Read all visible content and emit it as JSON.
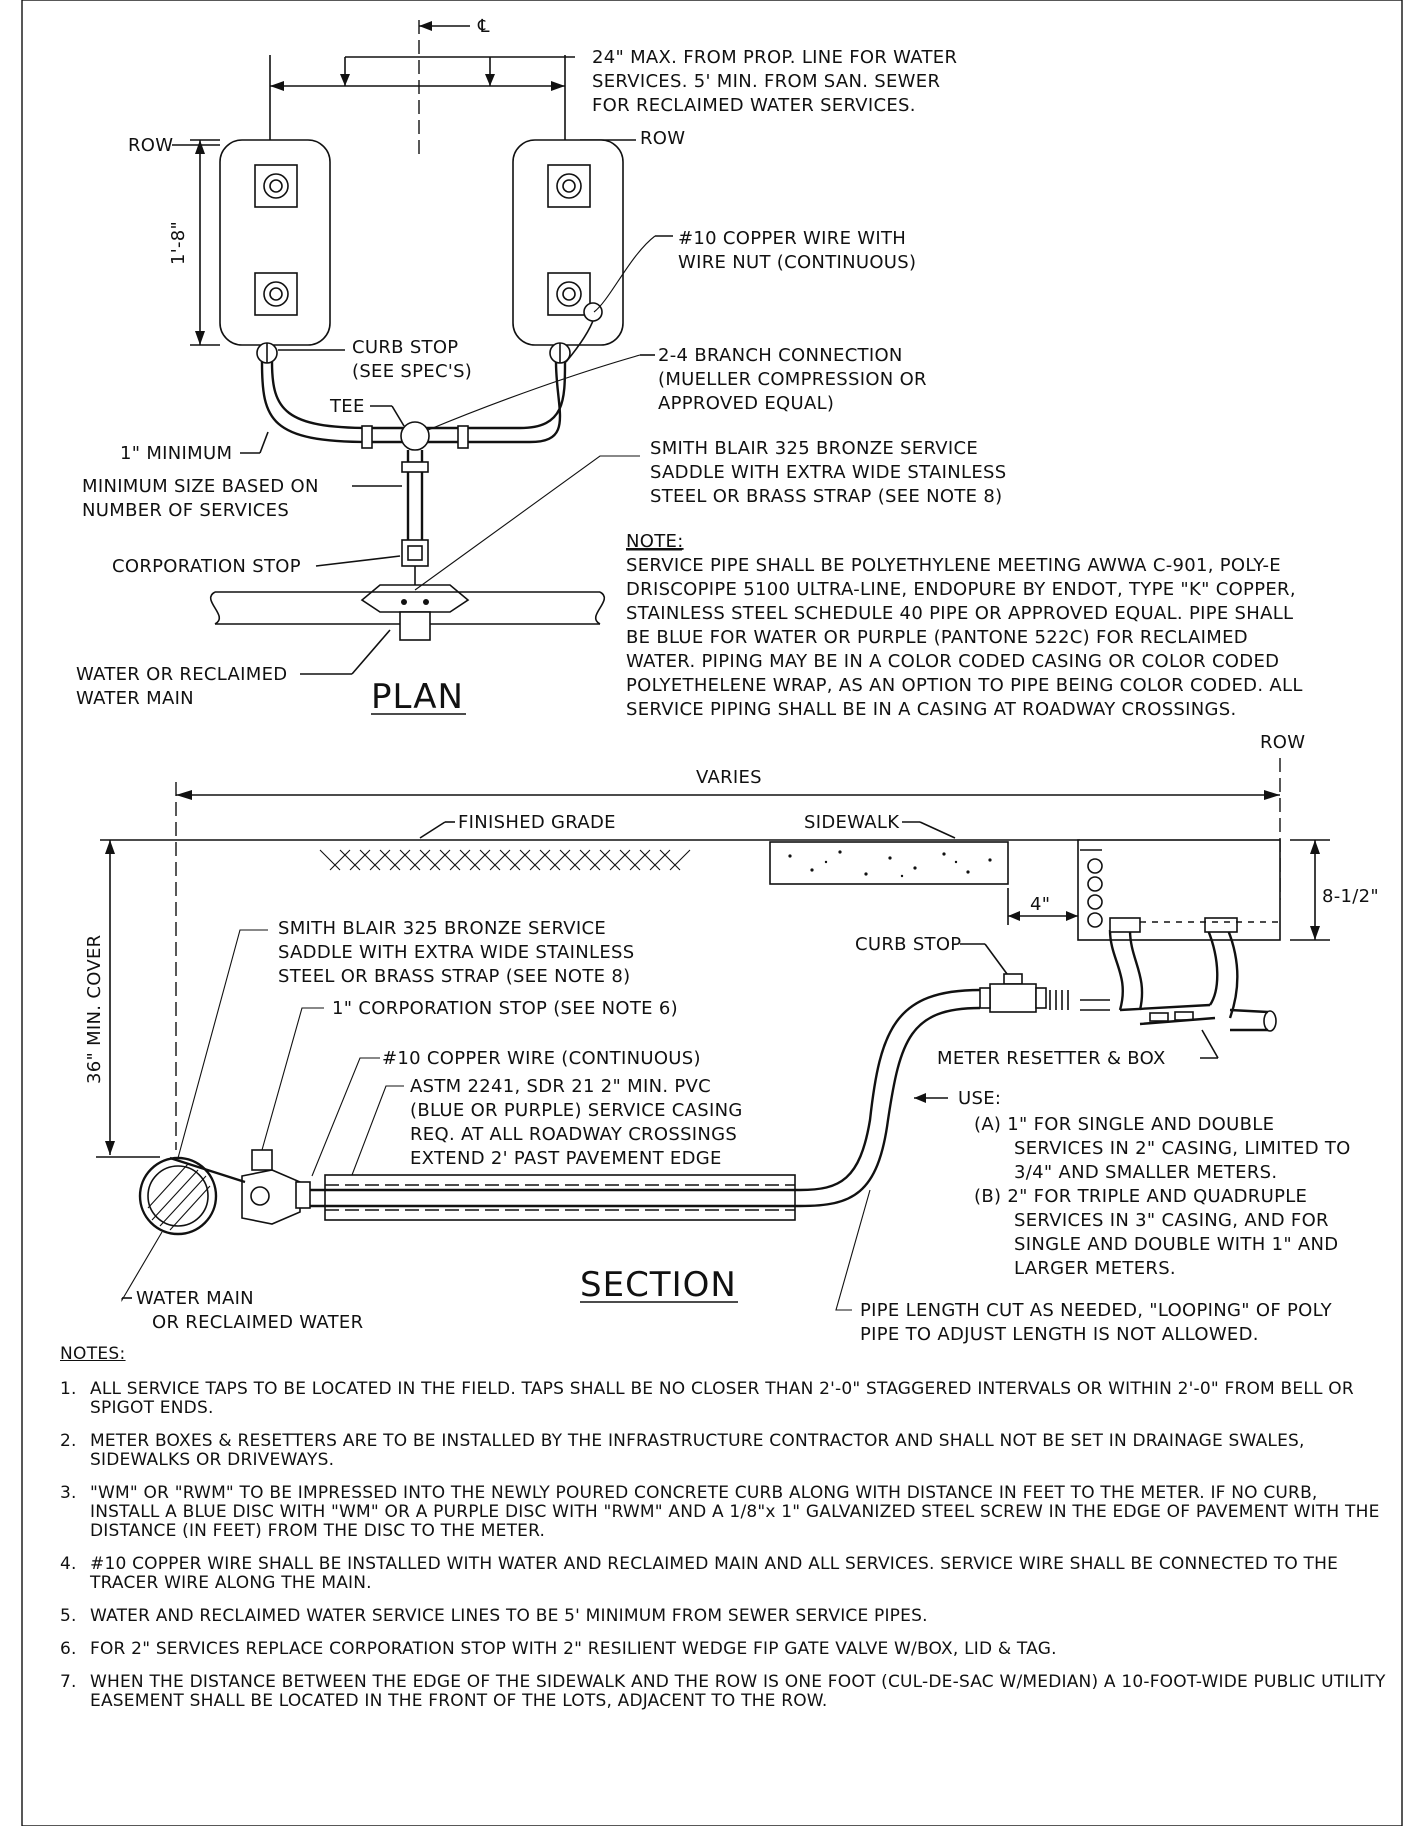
{
  "plan": {
    "property_line": "℄",
    "offset_note": [
      "24\" MAX. FROM PROP. LINE FOR WATER",
      "SERVICES. 5' MIN. FROM SAN. SEWER",
      "FOR RECLAIMED WATER SERVICES."
    ],
    "row_left": "ROW",
    "row_right": "ROW",
    "dim_height": "1'-8\"",
    "copper_wire": [
      "#10 COPPER WIRE WITH",
      "WIRE NUT (CONTINUOUS)"
    ],
    "curb_stop": [
      "CURB STOP",
      "(SEE SPEC'S)"
    ],
    "branch": [
      "2-4 BRANCH CONNECTION",
      "(MUELLER COMPRESSION OR",
      "APPROVED EQUAL)"
    ],
    "tee": "TEE",
    "one_inch_min": "1\" MINIMUM",
    "min_size": [
      "MINIMUM SIZE BASED ON",
      "NUMBER OF SERVICES"
    ],
    "saddle": [
      "SMITH BLAIR 325 BRONZE SERVICE",
      "SADDLE WITH EXTRA WIDE STAINLESS",
      "STEEL OR BRASS STRAP (SEE NOTE 8)"
    ],
    "corp_stop": "CORPORATION STOP",
    "main": [
      "WATER OR RECLAIMED",
      "WATER MAIN"
    ],
    "title": "PLAN",
    "note_head": "NOTE:",
    "note_lines": [
      "SERVICE PIPE SHALL BE POLYETHYLENE MEETING AWWA C-901, POLY-E",
      "DRISCOPIPE 5100 ULTRA-LINE, ENDOPURE BY ENDOT, TYPE \"K\" COPPER,",
      "STAINLESS STEEL SCHEDULE 40 PIPE OR APPROVED EQUAL. PIPE SHALL",
      "BE BLUE FOR WATER OR PURPLE (PANTONE 522C) FOR RECLAIMED",
      "WATER.  PIPING MAY BE IN A COLOR CODED CASING OR COLOR CODED",
      "POLYETHELENE WRAP, AS AN OPTION TO PIPE BEING COLOR CODED. ALL",
      "SERVICE PIPING SHALL BE IN A CASING AT ROADWAY CROSSINGS."
    ]
  },
  "section": {
    "row": "ROW",
    "varies": "VARIES",
    "finished_grade": "FINISHED GRADE",
    "sidewalk": "SIDEWALK",
    "dim_depth": "8-1/2\"",
    "dim_offset": "4\"",
    "cover": "36\" MIN. COVER",
    "saddle": [
      "SMITH BLAIR 325 BRONZE SERVICE",
      "SADDLE WITH EXTRA WIDE STAINLESS",
      "STEEL OR BRASS STRAP (SEE NOTE 8)"
    ],
    "curb_stop": "CURB STOP",
    "corp_stop": "1\" CORPORATION STOP (SEE NOTE 6)",
    "copper_wire": "#10 COPPER WIRE (CONTINUOUS)",
    "casing": [
      "ASTM 2241, SDR 21 2\" MIN. PVC",
      "(BLUE OR PURPLE) SERVICE CASING",
      "REQ. AT ALL ROADWAY CROSSINGS",
      "EXTEND 2' PAST PAVEMENT EDGE"
    ],
    "meter": "METER RESETTER & BOX",
    "use_head": "USE:",
    "use_lines": [
      "(A) 1\" FOR SINGLE AND DOUBLE",
      "SERVICES IN 2\" CASING, LIMITED TO",
      "3/4\" AND SMALLER METERS.",
      "(B) 2\" FOR TRIPLE AND QUADRUPLE",
      "SERVICES IN 3\" CASING, AND FOR",
      "SINGLE AND DOUBLE WITH 1\" AND",
      "LARGER METERS."
    ],
    "main": [
      "WATER MAIN",
      "OR RECLAIMED WATER"
    ],
    "title": "SECTION",
    "pipe_length": [
      "PIPE LENGTH CUT AS NEEDED, \"LOOPING\" OF POLY",
      "PIPE TO ADJUST LENGTH IS NOT ALLOWED."
    ]
  },
  "notes": {
    "heading": "NOTES:",
    "items": [
      {
        "num": "1.",
        "text": "ALL SERVICE TAPS TO BE LOCATED IN THE FIELD. TAPS SHALL BE NO CLOSER THAN 2'-0\" STAGGERED INTERVALS OR WITHIN 2'-0\" FROM BELL OR SPIGOT ENDS."
      },
      {
        "num": "2.",
        "text": "METER BOXES & RESETTERS ARE TO BE INSTALLED BY THE INFRASTRUCTURE CONTRACTOR AND SHALL NOT BE SET IN DRAINAGE SWALES, SIDEWALKS OR DRIVEWAYS."
      },
      {
        "num": "3.",
        "text": "\"WM\" OR \"RWM\" TO BE IMPRESSED INTO THE NEWLY POURED CONCRETE CURB ALONG WITH DISTANCE IN FEET TO THE METER. IF NO CURB, INSTALL A BLUE DISC WITH \"WM\" OR A PURPLE DISC WITH \"RWM\" AND A 1/8\"x 1\" GALVANIZED STEEL SCREW IN THE EDGE OF PAVEMENT WITH THE DISTANCE (IN FEET) FROM THE DISC TO THE METER."
      },
      {
        "num": "4.",
        "text": "#10 COPPER WIRE SHALL BE INSTALLED WITH WATER AND RECLAIMED MAIN AND ALL SERVICES. SERVICE WIRE SHALL BE CONNECTED TO THE TRACER WIRE ALONG THE MAIN."
      },
      {
        "num": "5.",
        "text": "WATER AND RECLAIMED WATER SERVICE LINES TO BE 5' MINIMUM FROM SEWER SERVICE PIPES."
      },
      {
        "num": "6.",
        "text": "FOR 2\" SERVICES REPLACE CORPORATION STOP WITH 2\" RESILIENT WEDGE FIP GATE VALVE W/BOX, LID & TAG."
      },
      {
        "num": "7.",
        "text": "WHEN THE DISTANCE BETWEEN THE EDGE OF THE SIDEWALK AND THE ROW IS ONE FOOT (CUL-DE-SAC W/MEDIAN) A 10-FOOT-WIDE PUBLIC UTILITY EASEMENT SHALL BE LOCATED IN THE FRONT OF THE LOTS, ADJACENT TO THE ROW."
      }
    ]
  }
}
